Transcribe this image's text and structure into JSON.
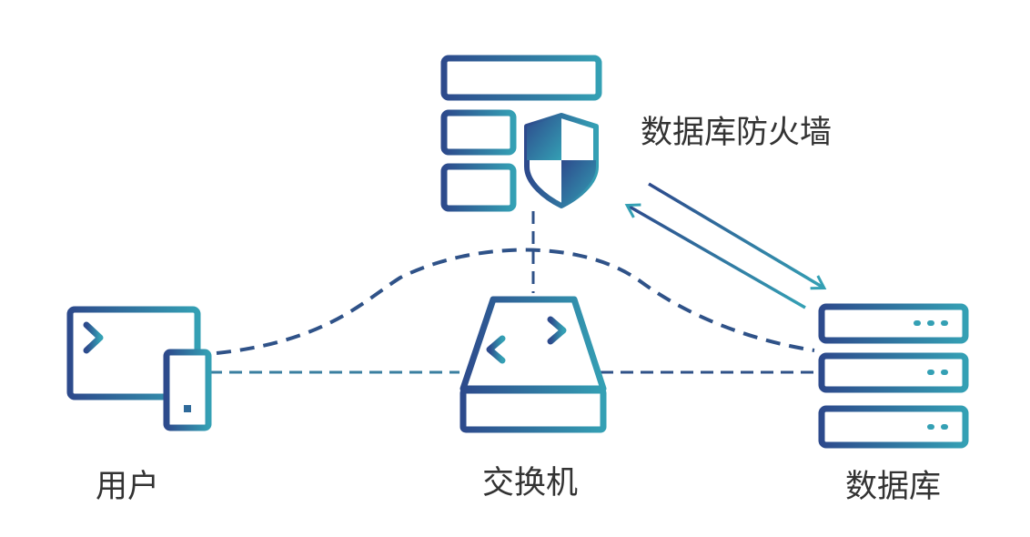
{
  "labels": {
    "user": "用户",
    "switch": "交换机",
    "database": "数据库",
    "firewall": "数据库防火墙"
  },
  "colors": {
    "gradient_start": "#2d4a8c",
    "gradient_end": "#34a0b4",
    "dash_dark": "#2f5288",
    "dash_light": "#3a9aa8",
    "label_text": "#333333"
  },
  "icons": {
    "user": "desktop-and-mobile-icon",
    "switch": "network-switch-icon",
    "database": "database-server-icon",
    "firewall": "shield-server-icon"
  }
}
